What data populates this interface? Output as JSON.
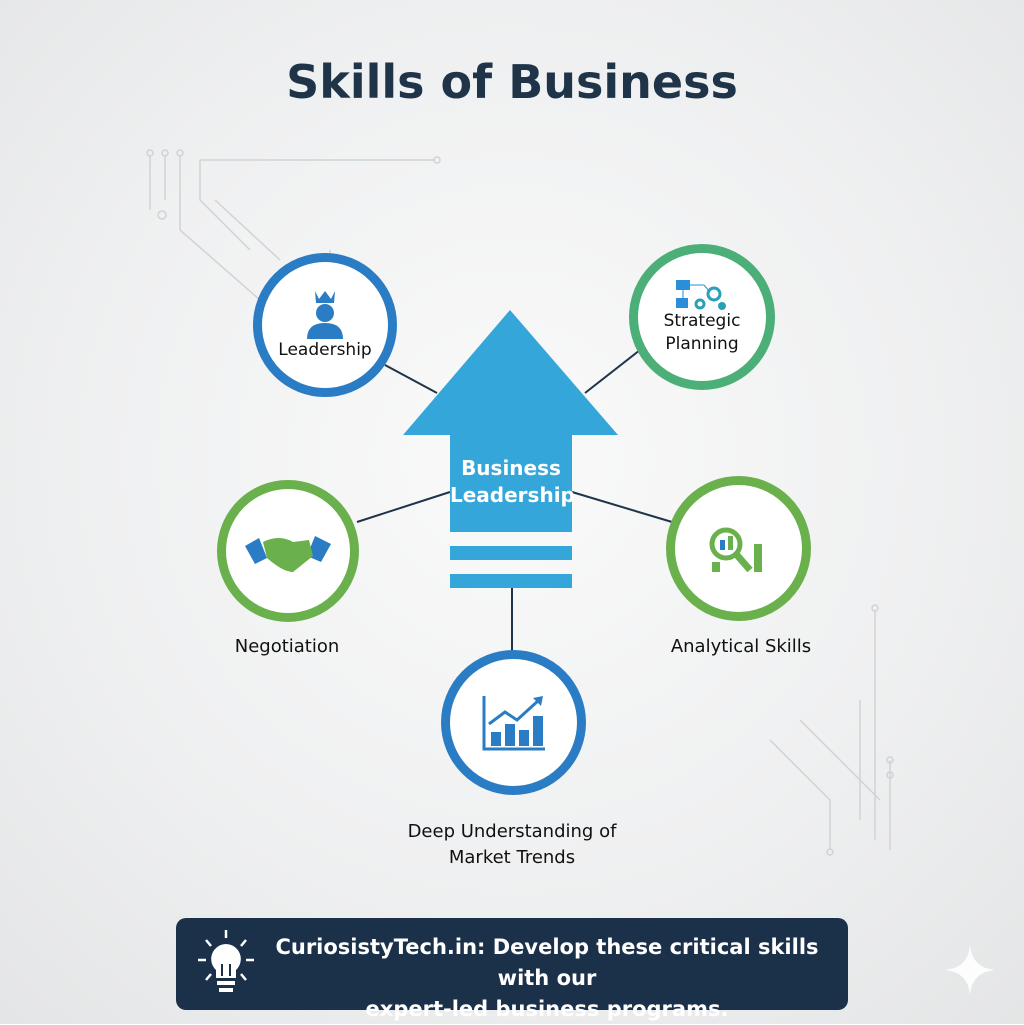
{
  "title": "Skills of Business",
  "center": {
    "line1": "Business",
    "line2": "Leadership"
  },
  "skills": [
    {
      "label": "Leadership",
      "icon": "crowned-person-icon"
    },
    {
      "label_line1": "Strategic",
      "label_line2": "Planning",
      "icon": "flowchart-gears-icon"
    },
    {
      "label": "Negotiation",
      "icon": "handshake-icon"
    },
    {
      "label": "Analytical Skills",
      "icon": "magnifier-chart-icon"
    },
    {
      "label_line1": "Deep Understanding of",
      "label_line2": "Market Trends",
      "icon": "rising-bar-chart-icon"
    }
  ],
  "banner": {
    "line1": "CuriosistyTech.in: Develop these critical skills with our",
    "line2": "expert-led business programs.",
    "icon": "lightbulb-icon"
  },
  "colors": {
    "title": "#1f3448",
    "arrow": "#35a6d9",
    "blue": "#2a7cc4",
    "green_dark": "#4caf78",
    "green": "#6ab04c",
    "banner": "#1b3049"
  }
}
